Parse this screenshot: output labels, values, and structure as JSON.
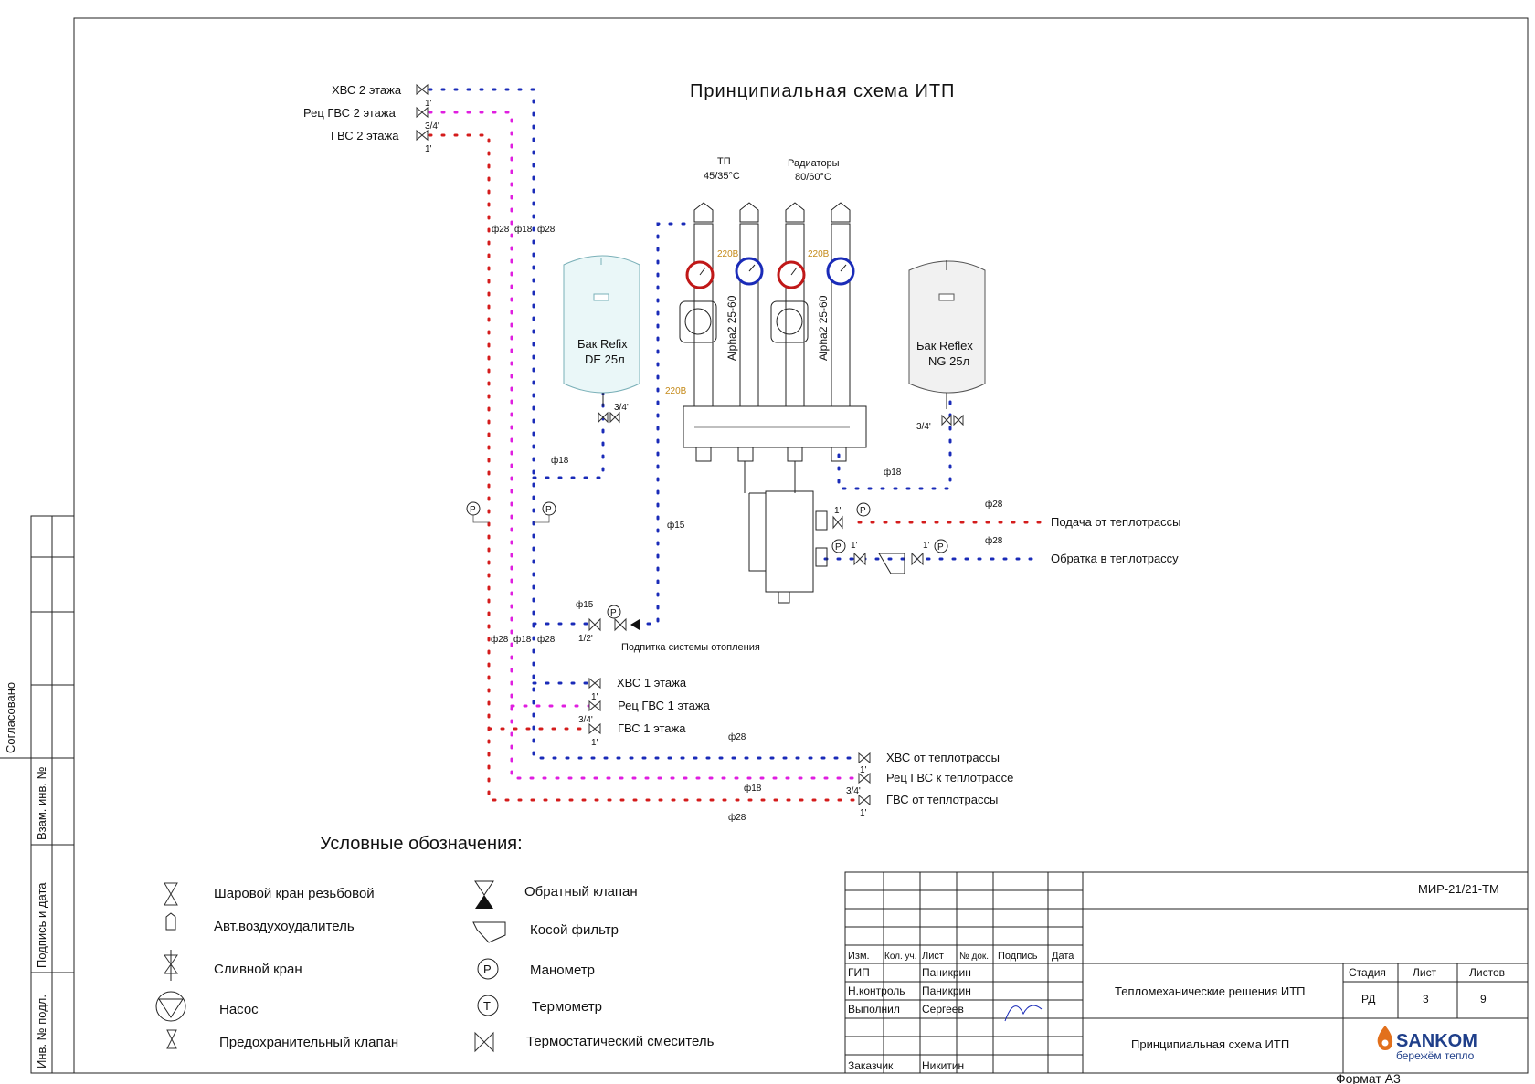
{
  "title": "Принципиальная схема ИТП",
  "outlets_floor2": [
    "ХВС 2 этажа",
    "Рец ГВС 2 этажа",
    "ГВС 2 этажа"
  ],
  "outlets_floor1": [
    "ХВС 1 этажа",
    "Рец ГВС 1 этажа",
    "ГВС 1 этажа"
  ],
  "mains": [
    "ХВС от теплотрассы",
    "Рец ГВС к теплотрассе",
    "ГВС от теплотрассы"
  ],
  "heat_main": [
    "Подача от теплотрассы",
    "Обратка в теплотрассу"
  ],
  "makeup_label": "Подпитка системы отопления",
  "circuits": [
    {
      "name": "ТП",
      "temp": "45/35°С"
    },
    {
      "name": "Радиаторы",
      "temp": "80/60°С"
    }
  ],
  "pump_model": "Alpha2 25-60",
  "power_label": "220В",
  "tank_left": [
    "Бак Refix",
    "DE 25л"
  ],
  "tank_right": [
    "Бак Reflex",
    "NG 25л"
  ],
  "pipe_sizes": {
    "d28": "ф28",
    "d18": "ф18",
    "d15": "ф15",
    "s1": "1'",
    "s34": "3/4'",
    "s12": "1/2'"
  },
  "legend": {
    "title": "Условные обозначения:",
    "items": [
      "Шаровой кран резьбовой",
      "Авт.воздухоудалитель",
      "Сливной кран",
      "Насос",
      "Предохранительный клапан",
      "Обратный клапан",
      "Косой фильтр",
      "Манометр",
      "Термометр",
      "Термостатический смеситель"
    ]
  },
  "side_stamp": [
    "Согласовано",
    "Взам. инв. №",
    "Подпись и дата",
    "Инв. № подл."
  ],
  "title_block": {
    "code": "МИР-21/21-ТМ",
    "cols": [
      "Изм.",
      "Кол. уч.",
      "Лист",
      "№ док.",
      "Подпись",
      "Дата"
    ],
    "rows": [
      {
        "role": "ГИП",
        "name": "Паникрин"
      },
      {
        "role": "Н.контроль",
        "name": "Паникрин"
      },
      {
        "role": "Выполнил",
        "name": "Сергеев"
      },
      {
        "role": "Заказчик",
        "name": "Никитин"
      }
    ],
    "doc_title": "Тепломеханические решения ИТП",
    "sheet_title": "Принципиальная схема ИТП",
    "stage_label": "Стадия",
    "sheet_label": "Лист",
    "sheets_label": "Листов",
    "stage": "РД",
    "sheet": "3",
    "sheets": "9",
    "brand": "SANKOM",
    "slogan": "бережём тепло",
    "format": "Формат А3"
  },
  "colors": {
    "cold": "#1a2bb8",
    "hot": "#d41c1c",
    "recirc": "#e01ee0"
  }
}
